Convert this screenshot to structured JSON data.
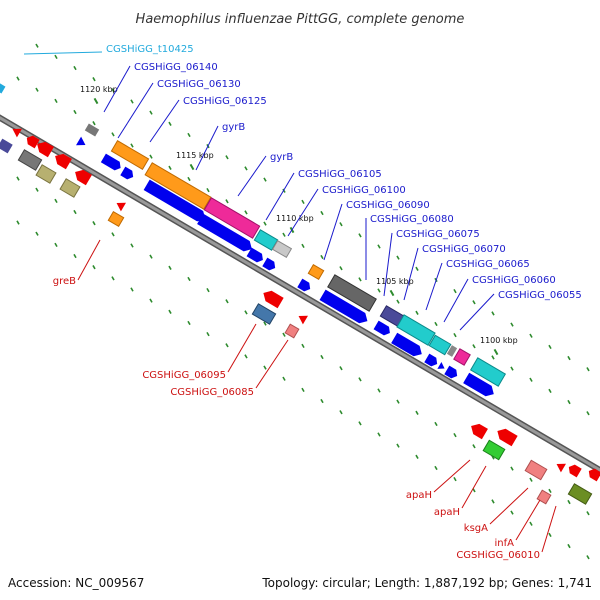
{
  "title": "Haemophilus influenzae PittGG, complete genome",
  "footer": {
    "accession": "Accession: NC_009567",
    "info": "Topology: circular; Length: 1,887,192 bp; Genes: 1,741"
  },
  "colors": {
    "backbone": "#808080",
    "tick_dot": "#2e8b2e",
    "cds_forward": "#0000ee",
    "cds_reverse": "#ee0000",
    "label_blue": "#1a1acc",
    "label_red": "#cc1111",
    "label_cyan": "#22aadd"
  },
  "ticks": [
    {
      "label": "1120 kbp"
    },
    {
      "label": "1115 kbp"
    },
    {
      "label": "1110 kbp"
    },
    {
      "label": "1105 kbp"
    },
    {
      "label": "1100 kbp"
    }
  ],
  "upper_labels": [
    {
      "text": "CGSHiGG_t10425",
      "color": "#22aadd"
    },
    {
      "text": "CGSHiGG_06140",
      "color": "#1a1acc"
    },
    {
      "text": "CGSHiGG_06130",
      "color": "#1a1acc"
    },
    {
      "text": "CGSHiGG_06125",
      "color": "#1a1acc"
    },
    {
      "text": "gyrB",
      "color": "#1a1acc"
    },
    {
      "text": "gyrB",
      "color": "#1a1acc"
    },
    {
      "text": "CGSHiGG_06105",
      "color": "#1a1acc"
    },
    {
      "text": "CGSHiGG_06100",
      "color": "#1a1acc"
    },
    {
      "text": "CGSHiGG_06090",
      "color": "#1a1acc"
    },
    {
      "text": "CGSHiGG_06080",
      "color": "#1a1acc"
    },
    {
      "text": "CGSHiGG_06075",
      "color": "#1a1acc"
    },
    {
      "text": "CGSHiGG_06070",
      "color": "#1a1acc"
    },
    {
      "text": "CGSHiGG_06065",
      "color": "#1a1acc"
    },
    {
      "text": "CGSHiGG_06060",
      "color": "#1a1acc"
    },
    {
      "text": "CGSHiGG_06055",
      "color": "#1a1acc"
    }
  ],
  "lower_labels": [
    {
      "text": "greB",
      "color": "#cc1111"
    },
    {
      "text": "CGSHiGG_06095",
      "color": "#cc1111"
    },
    {
      "text": "CGSHiGG_06085",
      "color": "#cc1111"
    },
    {
      "text": "apaH",
      "color": "#cc1111"
    },
    {
      "text": "apaH",
      "color": "#cc1111"
    },
    {
      "text": "ksgA",
      "color": "#cc1111"
    },
    {
      "text": "infA",
      "color": "#cc1111"
    },
    {
      "text": "CGSHiGG_06010",
      "color": "#cc1111"
    }
  ]
}
